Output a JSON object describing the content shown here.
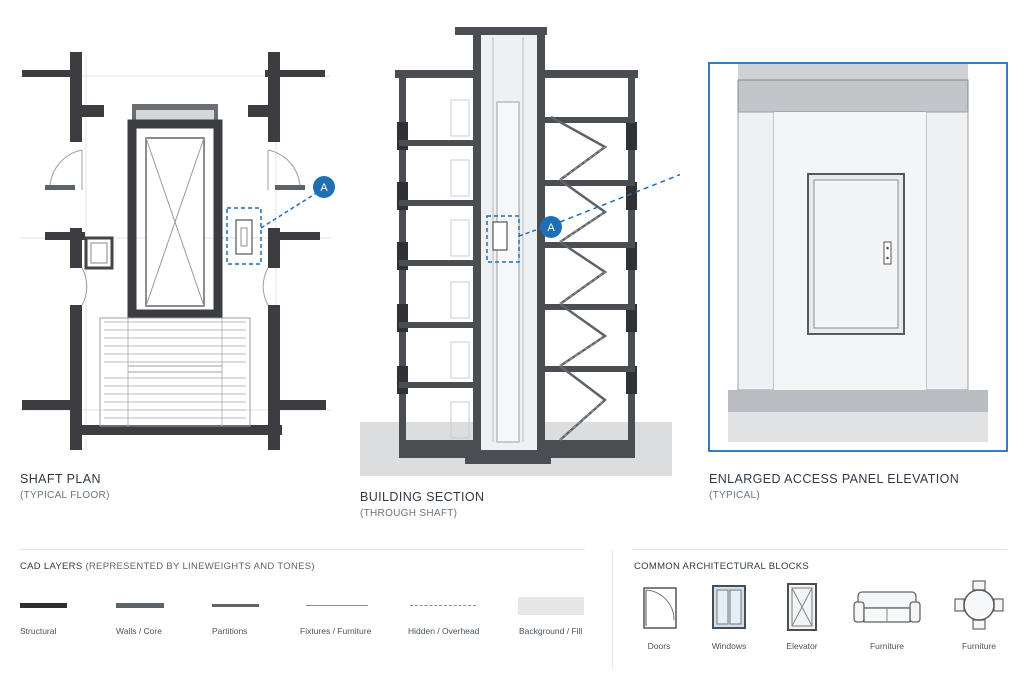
{
  "colors": {
    "accent": "#1f6fb6",
    "structural": "#2e2e30",
    "wall": "#555b61",
    "line": "#8a9097",
    "fill": "#e6e7e8"
  },
  "callout_label": "A",
  "shaft_plan": {
    "title": "SHAFT PLAN",
    "subtitle": "(TYPICAL FLOOR)"
  },
  "building_section": {
    "title": "BUILDING SECTION",
    "subtitle": "(THROUGH SHAFT)"
  },
  "access_panel": {
    "title": "ENLARGED ACCESS PANEL ELEVATION",
    "subtitle": "(TYPICAL)"
  },
  "cad_layers": {
    "heading": "CAD LAYERS",
    "heading_sub": "(REPRESENTED BY LINEWEIGHTS AND TONES)",
    "items": [
      {
        "label": "Structural"
      },
      {
        "label": "Walls / Core"
      },
      {
        "label": "Partitions"
      },
      {
        "label": "Fixtures / Furniture"
      },
      {
        "label": "Hidden / Overhead"
      },
      {
        "label": "Background / Fill"
      }
    ]
  },
  "blocks": {
    "heading": "COMMON ARCHITECTURAL BLOCKS",
    "items": [
      {
        "label": "Doors",
        "icon": "door-icon"
      },
      {
        "label": "Windows",
        "icon": "window-icon"
      },
      {
        "label": "Elevator",
        "icon": "elevator-icon"
      },
      {
        "label": "Furniture",
        "icon": "sofa-icon"
      },
      {
        "label": "Furniture",
        "icon": "dining-table-icon"
      }
    ]
  }
}
